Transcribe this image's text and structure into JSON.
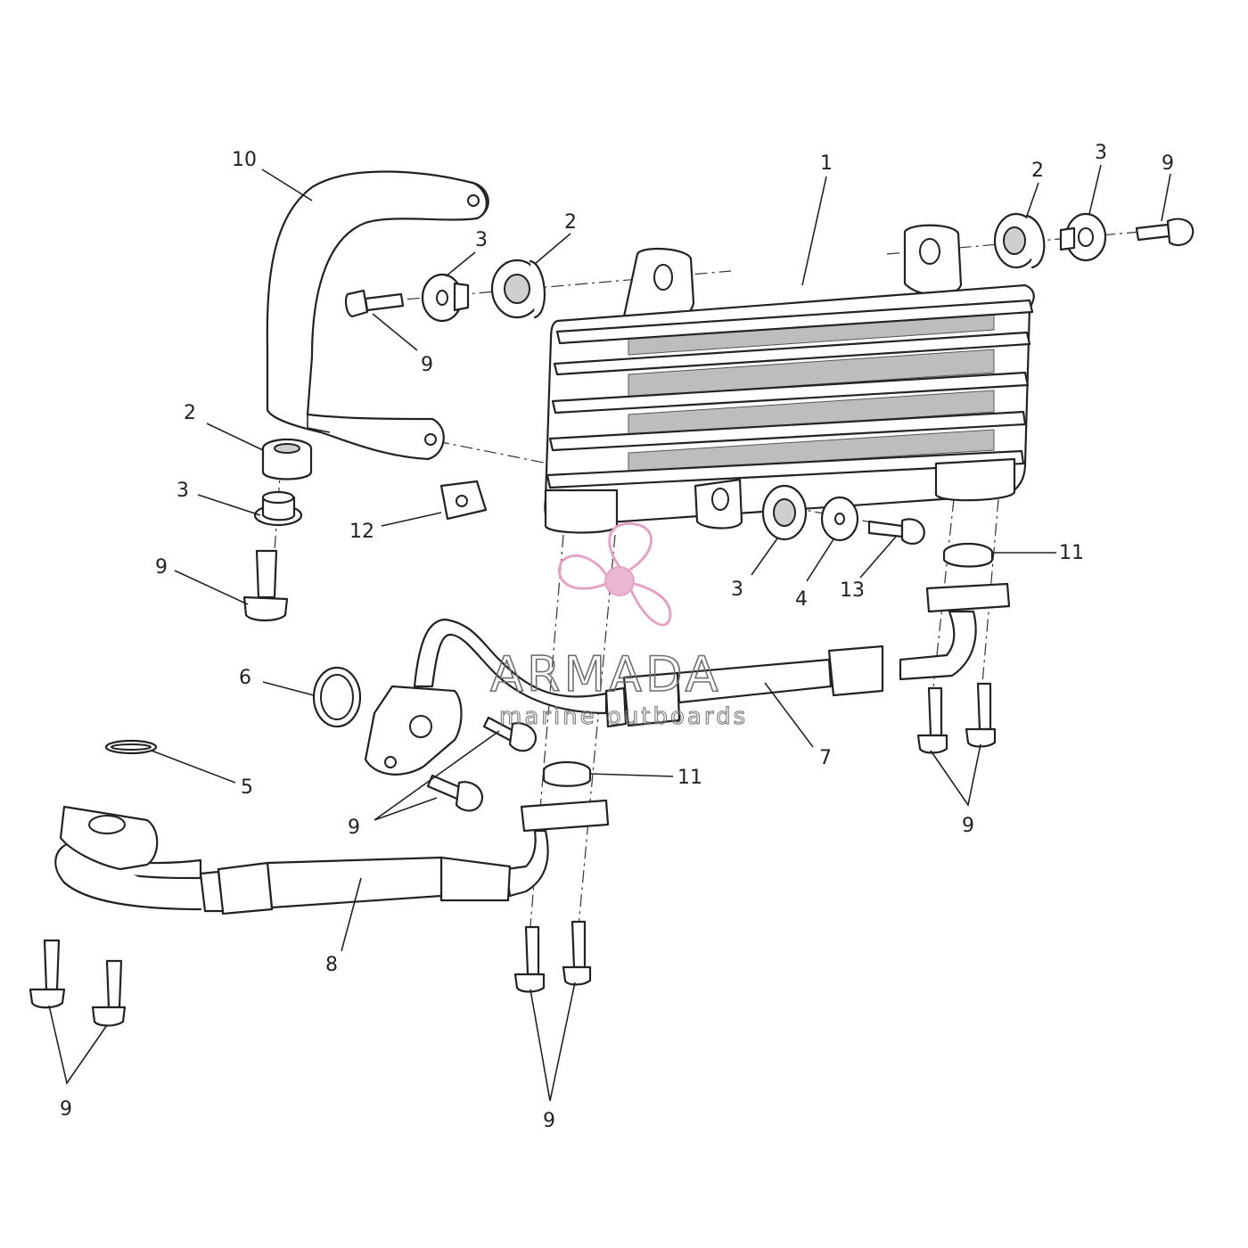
{
  "callouts": [
    {
      "id": "c1",
      "label": "1"
    },
    {
      "id": "c2a",
      "label": "2"
    },
    {
      "id": "c2b",
      "label": "2"
    },
    {
      "id": "c2c",
      "label": "2"
    },
    {
      "id": "c3a",
      "label": "3"
    },
    {
      "id": "c3b",
      "label": "3"
    },
    {
      "id": "c3c",
      "label": "3"
    },
    {
      "id": "c3d",
      "label": "3"
    },
    {
      "id": "c4",
      "label": "4"
    },
    {
      "id": "c5",
      "label": "5"
    },
    {
      "id": "c6",
      "label": "6"
    },
    {
      "id": "c7",
      "label": "7"
    },
    {
      "id": "c8",
      "label": "8"
    },
    {
      "id": "c9a",
      "label": "9"
    },
    {
      "id": "c9b",
      "label": "9"
    },
    {
      "id": "c9c",
      "label": "9"
    },
    {
      "id": "c9d",
      "label": "9"
    },
    {
      "id": "c9e",
      "label": "9"
    },
    {
      "id": "c9f",
      "label": "9"
    },
    {
      "id": "c9g",
      "label": "9"
    },
    {
      "id": "c10",
      "label": "10"
    },
    {
      "id": "c11a",
      "label": "11"
    },
    {
      "id": "c11b",
      "label": "11"
    },
    {
      "id": "c12",
      "label": "12"
    },
    {
      "id": "c13",
      "label": "13"
    }
  ],
  "watermark": {
    "name": "ARMADA",
    "tagline": "marine outboards",
    "logo": "propeller-logo",
    "logo_color": "#e3a4c4"
  }
}
